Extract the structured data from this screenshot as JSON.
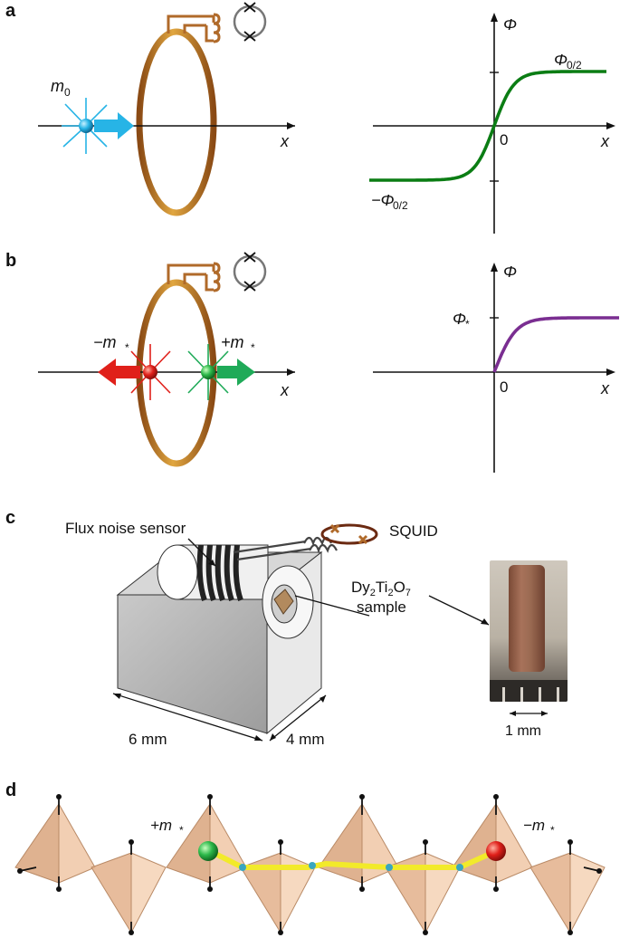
{
  "panels": {
    "a": "a",
    "b": "b",
    "c": "c",
    "d": "d"
  },
  "panel_a": {
    "monopole_label": "m",
    "monopole_sub": "0",
    "x_axis_left": "x",
    "graph": {
      "y_label": "Φ",
      "x_label": "x",
      "origin": "0",
      "upper_label": "Φ",
      "upper_label_suffix": "0/2",
      "lower_label_prefix": "−Φ",
      "lower_label_suffix": "0/2"
    }
  },
  "panel_b": {
    "neg_label": "−m",
    "pos_label": "+m",
    "star": "*",
    "x_axis_left": "x",
    "graph": {
      "y_label": "Φ",
      "x_label": "x",
      "origin": "0",
      "level_label": "Φ",
      "level_sub": "*"
    }
  },
  "panel_c": {
    "flux_sensor": "Flux noise sensor",
    "squid": "SQUID",
    "sample_line1_parts": [
      "Dy",
      "2",
      "Ti",
      "2",
      "O",
      "7"
    ],
    "sample_line2": "sample",
    "dim_width": "6 mm",
    "dim_depth": "4 mm",
    "scale": "1 mm"
  },
  "panel_d": {
    "pos_label": "+m",
    "neg_label": "−m",
    "star": "*"
  },
  "colors": {
    "ring": "#c8862a",
    "blue_monopole": "#27b4e6",
    "red_monopole": "#e0201a",
    "green_monopole": "#1faa58",
    "graph_a": "#0b7d14",
    "graph_b": "#7a2e91",
    "tetra": "#e6b48f",
    "string": "#f2ea2a"
  }
}
